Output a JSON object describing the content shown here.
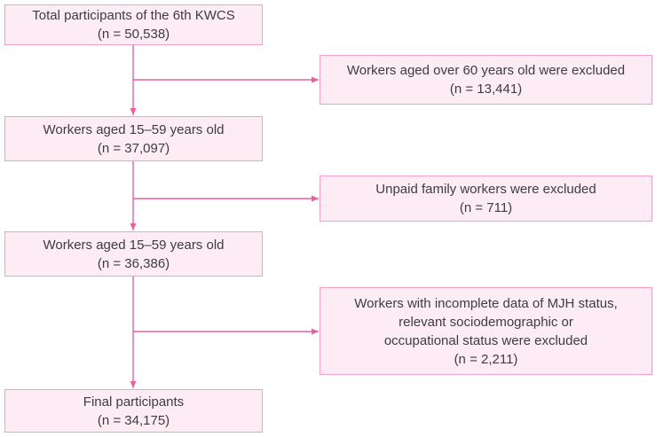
{
  "figure": {
    "type": "participant-flow-diagram",
    "colors": {
      "box_fill": "#fdecf4",
      "box_border": "#f59fc6",
      "arrow": "#ec5f9f",
      "text": "#3d3d3d"
    },
    "flow_boxes": [
      {
        "id": "total-participants",
        "lines": [
          "Total participants of the 6th KWCS",
          "(n = 50,538)"
        ]
      },
      {
        "id": "workers-15-59-first",
        "lines": [
          "Workers aged 15–59 years old",
          "(n = 37,097)"
        ]
      },
      {
        "id": "workers-15-59-second",
        "lines": [
          "Workers aged 15–59 years old",
          "(n = 36,386)"
        ]
      },
      {
        "id": "final-participants",
        "lines": [
          "Final participants",
          "(n = 34,175)"
        ]
      }
    ],
    "exclusion_boxes": [
      {
        "id": "excluded-over-60",
        "lines": [
          "Workers aged over 60 years old were excluded",
          "(n = 13,441)"
        ]
      },
      {
        "id": "excluded-unpaid-family",
        "lines": [
          "Unpaid family workers were excluded",
          "(n = 711)"
        ]
      },
      {
        "id": "excluded-incomplete-data",
        "lines": [
          "Workers with incomplete data of MJH status,",
          "relevant sociodemographic or",
          "occupational status were excluded",
          "(n = 2,211)"
        ]
      }
    ]
  }
}
